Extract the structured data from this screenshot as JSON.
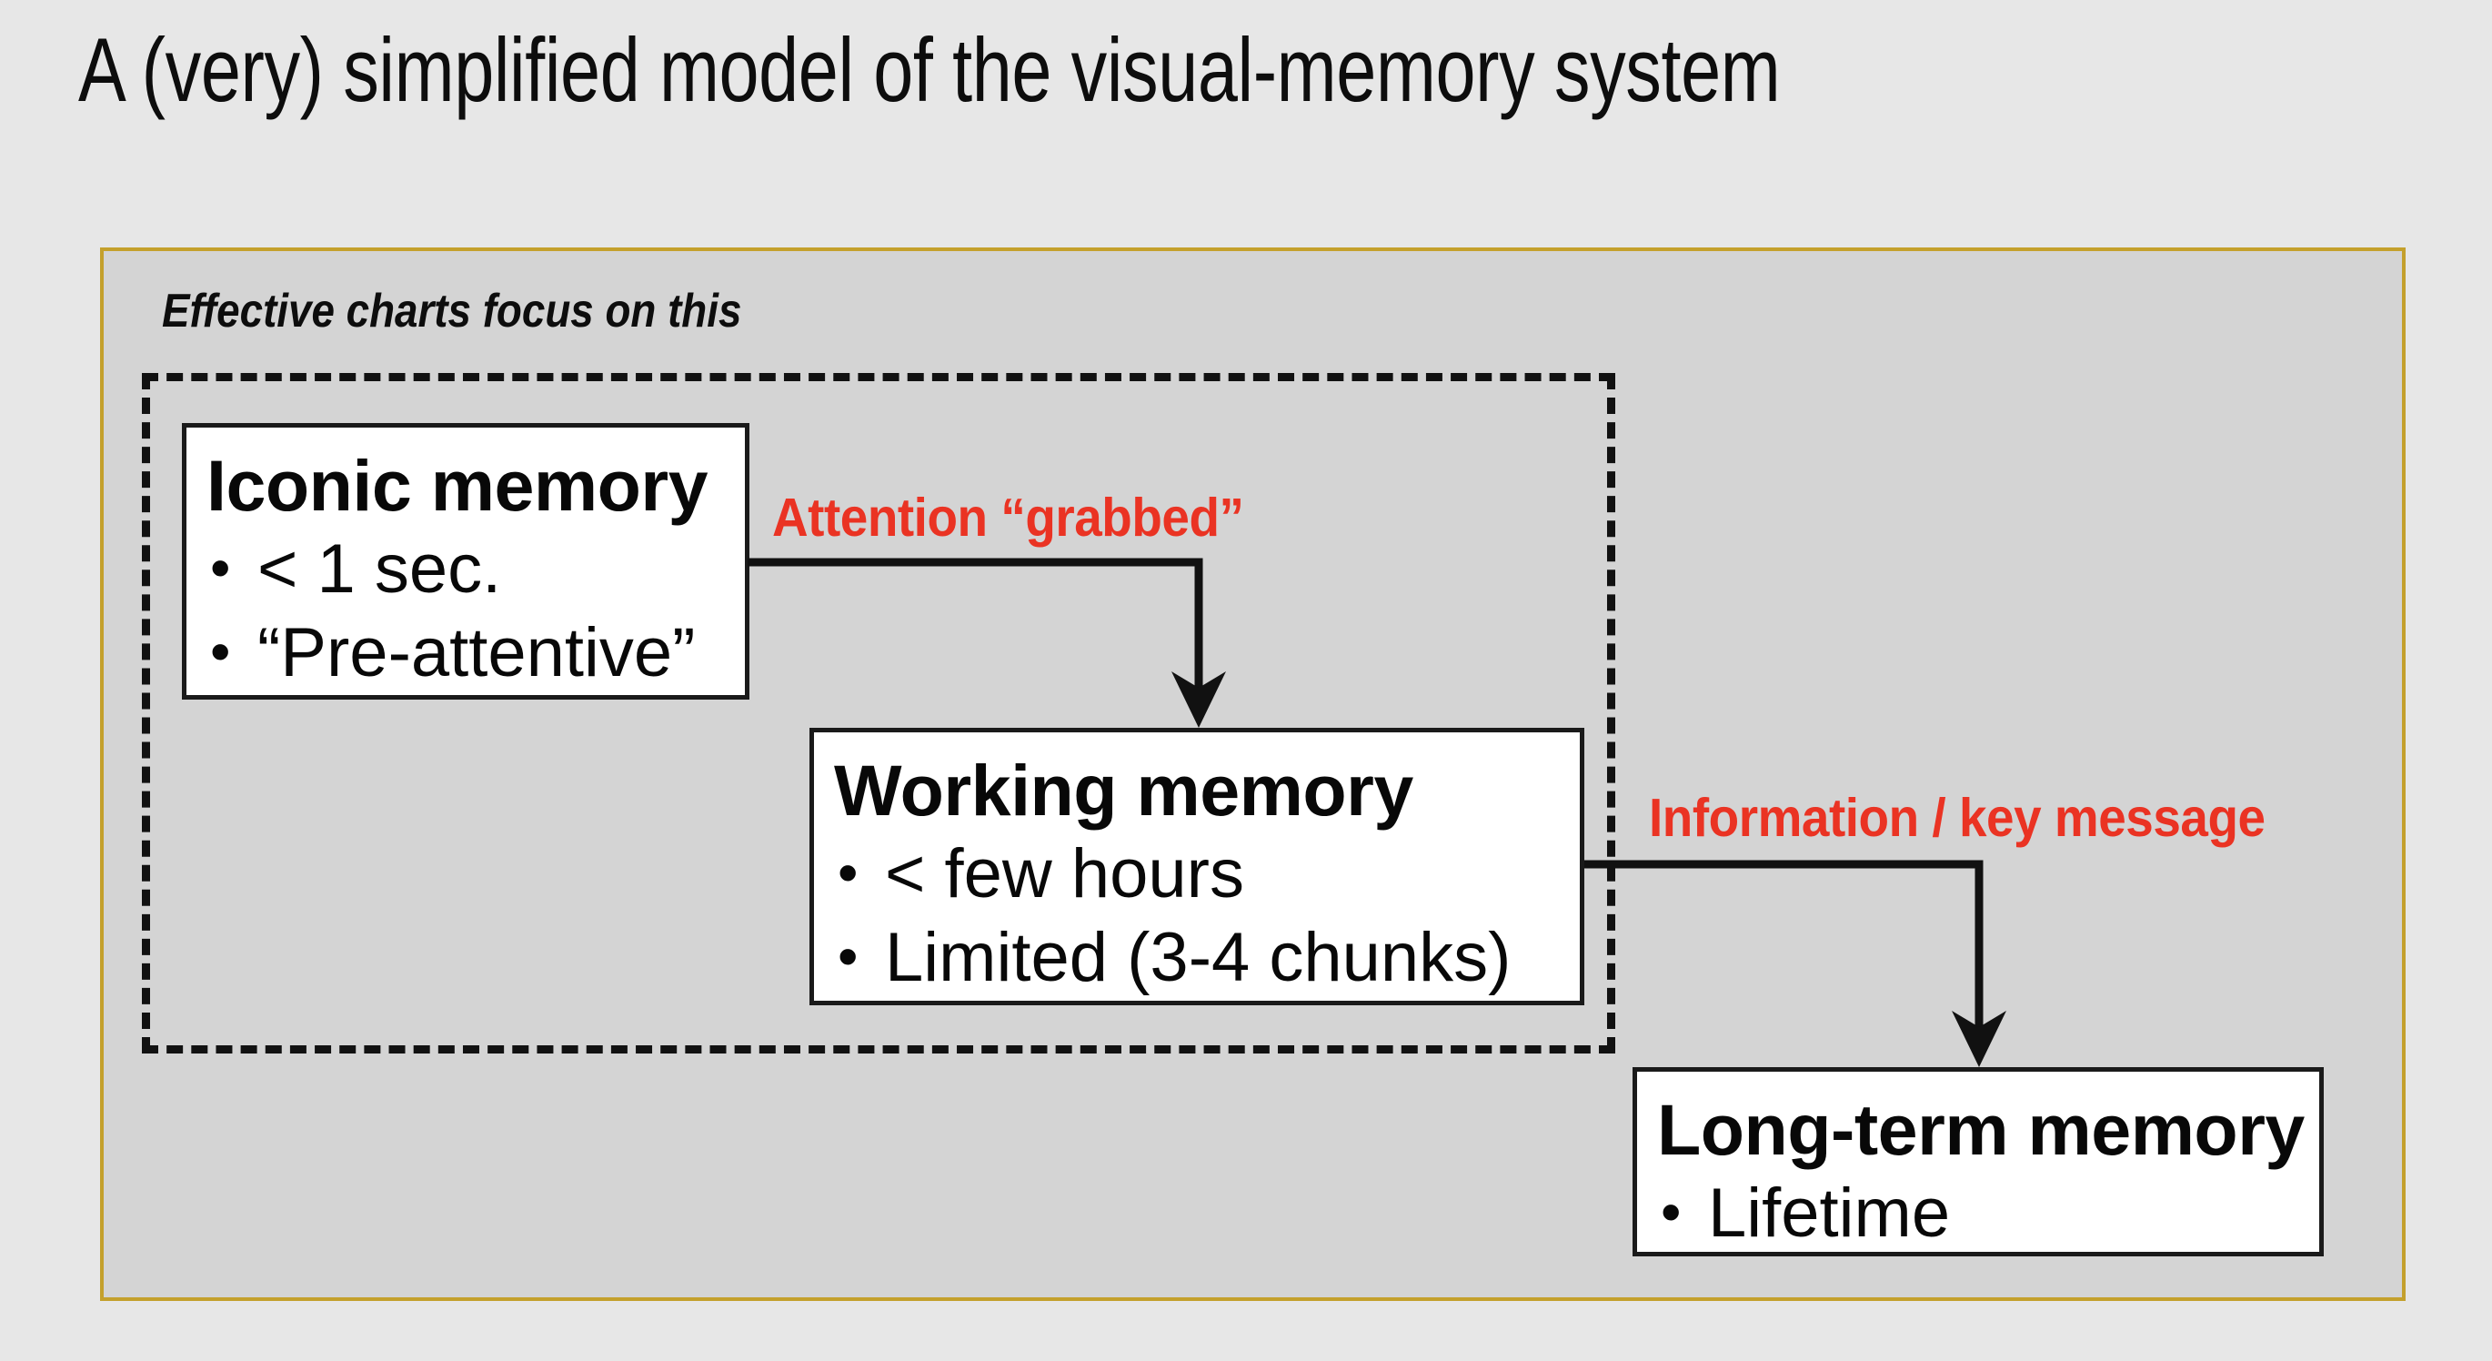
{
  "slide": {
    "title": "A (very) simplified model of the visual-memory system",
    "panel_caption": "Effective charts focus on this"
  },
  "colors": {
    "page_background": "#e7e7e7",
    "panel_background": "#d4d4d4",
    "panel_border": "#c4a02c",
    "box_fill": "#ffffff",
    "box_border": "#1a1a1a",
    "text": "#080808",
    "accent_red": "#ea3323",
    "dashed_border": "#111111"
  },
  "diagram": {
    "type": "flowchart",
    "nodes": [
      {
        "id": "iconic",
        "title": "Iconic memory",
        "bullets": [
          "< 1 sec.",
          "“Pre-attentive”"
        ]
      },
      {
        "id": "working",
        "title": "Working memory",
        "bullets": [
          "< few hours",
          "Limited (3-4 chunks)"
        ]
      },
      {
        "id": "longterm",
        "title": "Long-term memory",
        "bullets": [
          "Lifetime"
        ]
      }
    ],
    "edges": [
      {
        "id": "iconic-to-working",
        "from": "iconic",
        "to": "working",
        "label": "Attention “grabbed”"
      },
      {
        "id": "working-to-longterm",
        "from": "working",
        "to": "longterm",
        "label": "Information / key message"
      }
    ],
    "groups": [
      {
        "id": "focus-region",
        "style": "dashed",
        "caption": "Effective charts focus on this",
        "contains": [
          "iconic",
          "working"
        ]
      }
    ]
  }
}
